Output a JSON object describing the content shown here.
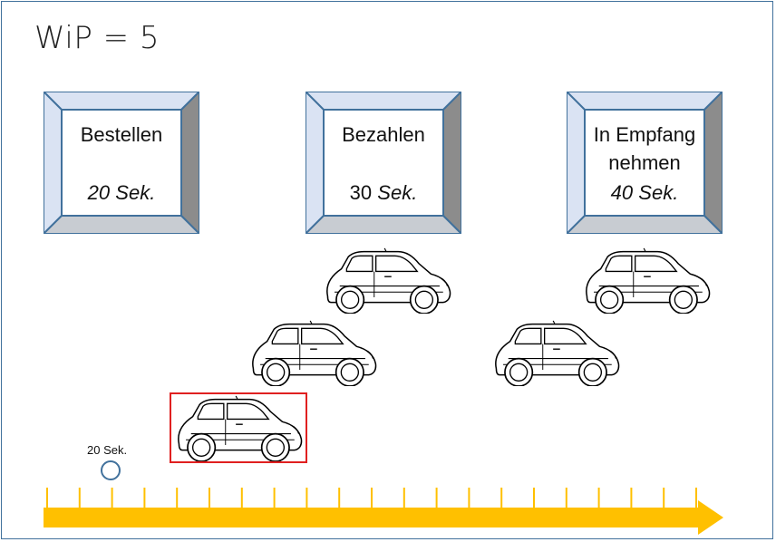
{
  "wip_label": "WiP = 5",
  "stations": [
    {
      "name": "Bestellen",
      "time_number": "20",
      "time_unit": "Sek.",
      "time_italic": true
    },
    {
      "name": "Bezahlen",
      "time_number": "30",
      "time_unit": "Sek.",
      "time_italic": false
    },
    {
      "name": "In Empfang nehmen",
      "time_number": "40",
      "time_unit": "Sek.",
      "time_italic": true
    }
  ],
  "timeline": {
    "marker_label": "20 Sek.",
    "tick_count": 21
  },
  "colors": {
    "frame": "#41719c",
    "arrow": "#ffc000",
    "highlight": "#e02020",
    "station_face": "#dae3f3",
    "station_dark": "#8c8c8c"
  }
}
